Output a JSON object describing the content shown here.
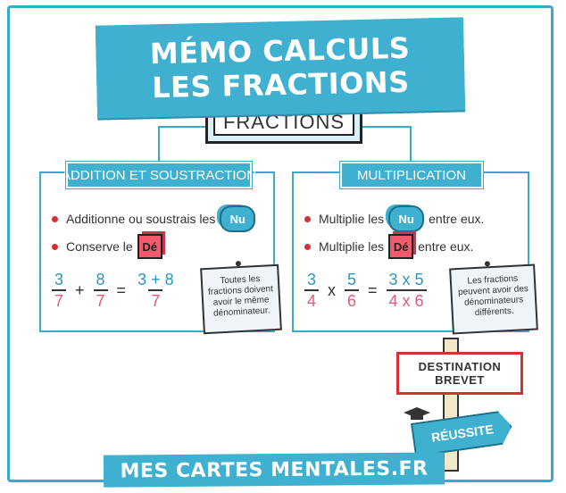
{
  "title": {
    "line1": "MÉMO CALCULS",
    "line2": "LES FRACTIONS"
  },
  "center_box": {
    "text": "FRACTIONS"
  },
  "addition": {
    "header": "ADDITION ET SOUSTRACTION",
    "rule1": "Additionne ou soustrais les",
    "rule2": "Conserve le",
    "tag_nu": "Nu",
    "tag_de": "Dé",
    "example": {
      "a_num": "3",
      "a_den": "7",
      "op": "+",
      "b_num": "8",
      "b_den": "7",
      "eq": "=",
      "r_num": "3 + 8",
      "r_den": "7"
    },
    "note": "Toutes les fractions doivent avoir le même dénominateur."
  },
  "multiplication": {
    "header": "MULTIPLICATION",
    "rule1_a": "Multiplie les",
    "rule1_b": "entre eux.",
    "rule2_a": "Multiplie les",
    "rule2_b": "entre eux.",
    "tag_nu": "Nu",
    "tag_de": "Dé",
    "example": {
      "a_num": "3",
      "a_den": "4",
      "op": "x",
      "b_num": "5",
      "b_den": "6",
      "eq": "=",
      "r_num": "3 x 5",
      "r_den": "4 x 6"
    },
    "note": "Les fractions peuvent avoir des dénominateurs différents."
  },
  "signpost": {
    "line1": "DESTINATION",
    "line2": "BREVET",
    "arrow": "RÉUSSITE"
  },
  "footer": "MES CARTES MENTALES.FR",
  "colors": {
    "accent": "#3fb0d0",
    "red": "#d63031",
    "pink": "#e05a7a",
    "blue": "#2d95c2"
  }
}
